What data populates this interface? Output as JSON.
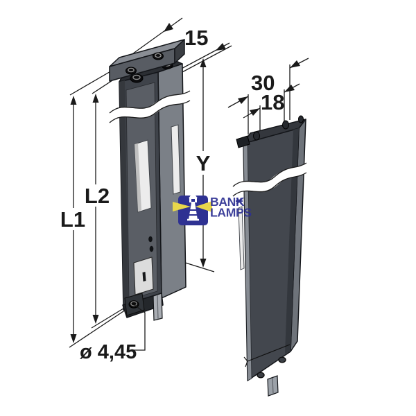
{
  "drawing": {
    "kind": "isometric-dimension-drawing",
    "units_labels": {
      "depth": "15",
      "width": "30",
      "window_width": "18",
      "sensing_length": "Y",
      "overall_length": "L1",
      "housing_length": "L2",
      "hole_diameter": "ø 4,45"
    }
  },
  "logo": {
    "line1": "BANK",
    "line2": "LAMPS",
    "icon": "lighthouse-icon"
  },
  "colors": {
    "line": "#1a1a1a",
    "body_front": "#43474e",
    "body_front_left": "#4a4e55",
    "body_side": "#7b8087",
    "panel": "#5a5e65",
    "window": "#ececec",
    "cap_dark": "#24272b",
    "pin_gray": "#a9adb3",
    "logo_blue": "#2e3192",
    "logo_yellow": "#e8d74b",
    "background": "#ffffff"
  }
}
